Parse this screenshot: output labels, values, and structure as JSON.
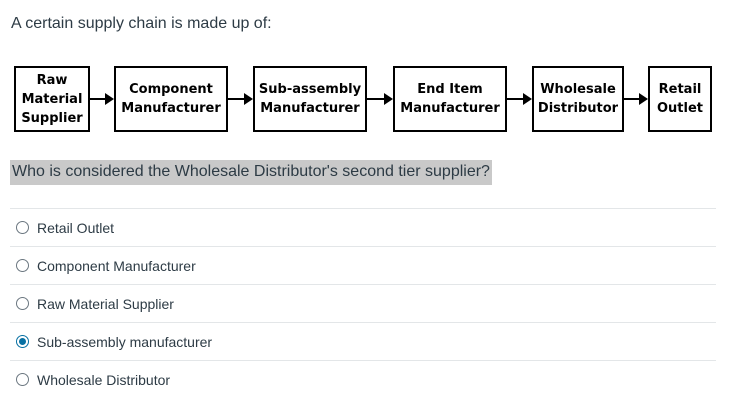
{
  "intro_text": "A certain supply chain is made up of:",
  "chain": [
    {
      "id": "raw-material-supplier",
      "lines": [
        "Raw",
        "Material",
        "Supplier"
      ]
    },
    {
      "id": "component-manufacturer",
      "lines": [
        "Component",
        "Manufacturer"
      ]
    },
    {
      "id": "sub-assembly-manufacturer",
      "lines": [
        "Sub-assembly",
        "Manufacturer"
      ]
    },
    {
      "id": "end-item-manufacturer",
      "lines": [
        "End Item",
        "Manufacturer"
      ]
    },
    {
      "id": "wholesale-distributor",
      "lines": [
        "Wholesale",
        "Distributor"
      ]
    },
    {
      "id": "retail-outlet",
      "lines": [
        "Retail",
        "Outlet"
      ]
    }
  ],
  "question": "Who is considered the Wholesale Distributor's second tier supplier?",
  "answers": [
    {
      "label": "Retail Outlet",
      "selected": false
    },
    {
      "label": "Component Manufacturer",
      "selected": false
    },
    {
      "label": "Raw Material Supplier",
      "selected": false
    },
    {
      "label": "Sub-assembly manufacturer",
      "selected": true
    },
    {
      "label": "Wholesale Distributor",
      "selected": false
    }
  ],
  "colors": {
    "text": "#2d3b45",
    "highlight": "#c9c9c9",
    "radio_selected": "#0770a3",
    "divider": "#e3e6e8"
  }
}
